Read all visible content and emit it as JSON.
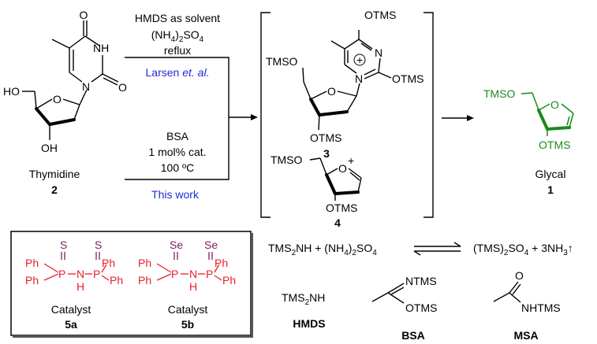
{
  "conditions_top": {
    "line1": "HMDS as solvent",
    "line2_pre": "(NH",
    "line2_sub1": "4",
    "line2_mid": ")",
    "line2_sub2": "2",
    "line2_post": "SO",
    "line2_sub3": "4",
    "line3": "reflux",
    "ref_prefix": "Larsen ",
    "ref_italic": "et. al."
  },
  "conditions_bottom": {
    "line1": "BSA",
    "line2": "1 mol% cat.",
    "line3": "100 ºC",
    "ref": "This work"
  },
  "thymidine": {
    "name": "Thymidine",
    "number": "2",
    "atoms": {
      "ho": "HO",
      "oh": "OH",
      "o_ring": "O",
      "n1": "N",
      "nh": "NH",
      "o_top": "O",
      "o_right": "O"
    }
  },
  "intermediate_3": {
    "number": "3",
    "atoms": {
      "otms_top": "OTMS",
      "otms_right": "OTMS",
      "n_ring": "N",
      "n_plus": "N",
      "tmso": "TMSO",
      "o_ring": "O",
      "otms_bottom": "OTMS",
      "charge": "+"
    }
  },
  "intermediate_4": {
    "number": "4",
    "atoms": {
      "tmso": "TMSO",
      "o_ring": "O",
      "charge": "+",
      "otms": "OTMS"
    }
  },
  "glycal": {
    "name": "Glycal",
    "number": "1",
    "atoms": {
      "tmso": "TMSO",
      "o_ring": "O",
      "otms": "OTMS"
    }
  },
  "catalysts": {
    "a": {
      "name": "Catalyst",
      "number": "5a",
      "atom_x": "S",
      "ph": "Ph",
      "p": "P",
      "n": "N",
      "h": "H"
    },
    "b": {
      "name": "Catalyst",
      "number": "5b",
      "atom_x": "Se",
      "ph": "Ph",
      "p": "P",
      "n": "N",
      "h": "H"
    }
  },
  "equation": {
    "lhs_a": "TMS",
    "lhs_a_sub": "2",
    "lhs_a_tail": "NH + (NH",
    "lhs_b_sub1": "4",
    "lhs_b_mid": ")",
    "lhs_b_sub2": "2",
    "lhs_b_tail": "SO",
    "lhs_b_sub3": "4",
    "rhs_a": "(TMS)",
    "rhs_a_sub": "2",
    "rhs_a_tail": "SO",
    "rhs_a_sub2": "4",
    "rhs_b": " + 3NH",
    "rhs_b_sub": "3",
    "rhs_arrow": "↑"
  },
  "reagents": {
    "hmds": {
      "formula": "TMS",
      "formula_sub": "2",
      "formula_tail": "NH",
      "name": "HMDS"
    },
    "bsa": {
      "ntms": "NTMS",
      "otms": "OTMS",
      "name": "BSA"
    },
    "msa": {
      "o": "O",
      "nhtms": "NHTMS",
      "name": "MSA"
    }
  },
  "colors": {
    "blue": "#1f2bd6",
    "green": "#1a8a1a",
    "red": "#e8202a",
    "purple": "#7a1f5c"
  }
}
